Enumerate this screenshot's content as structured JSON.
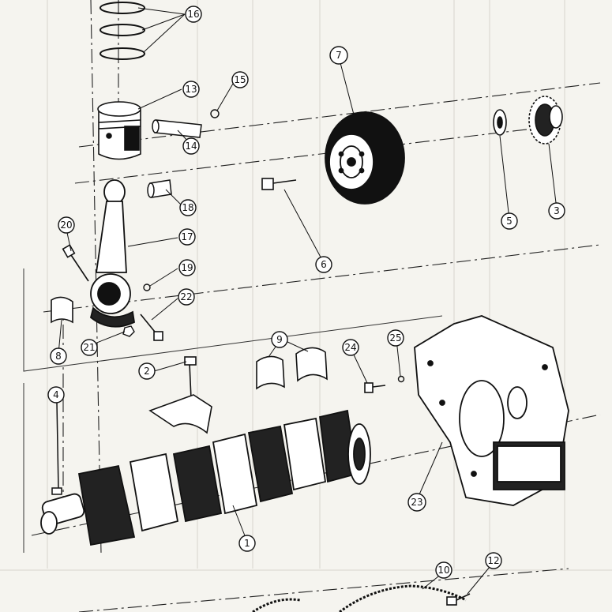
{
  "diagram": {
    "callouts": [
      {
        "id": "c1",
        "label": "1"
      },
      {
        "id": "c2",
        "label": "2"
      },
      {
        "id": "c3",
        "label": "3"
      },
      {
        "id": "c4",
        "label": "4"
      },
      {
        "id": "c5",
        "label": "5"
      },
      {
        "id": "c6",
        "label": "6"
      },
      {
        "id": "c7",
        "label": "7"
      },
      {
        "id": "c8",
        "label": "8"
      },
      {
        "id": "c9",
        "label": "9"
      },
      {
        "id": "c10",
        "label": "10"
      },
      {
        "id": "c12",
        "label": "12"
      },
      {
        "id": "c13",
        "label": "13"
      },
      {
        "id": "c14",
        "label": "14"
      },
      {
        "id": "c15",
        "label": "15"
      },
      {
        "id": "c16",
        "label": "16"
      },
      {
        "id": "c17",
        "label": "17"
      },
      {
        "id": "c18",
        "label": "18"
      },
      {
        "id": "c19",
        "label": "19"
      },
      {
        "id": "c20",
        "label": "20"
      },
      {
        "id": "c21",
        "label": "21"
      },
      {
        "id": "c22",
        "label": "22"
      },
      {
        "id": "c23",
        "label": "23"
      },
      {
        "id": "c24",
        "label": "24"
      },
      {
        "id": "c25",
        "label": "25"
      }
    ]
  }
}
